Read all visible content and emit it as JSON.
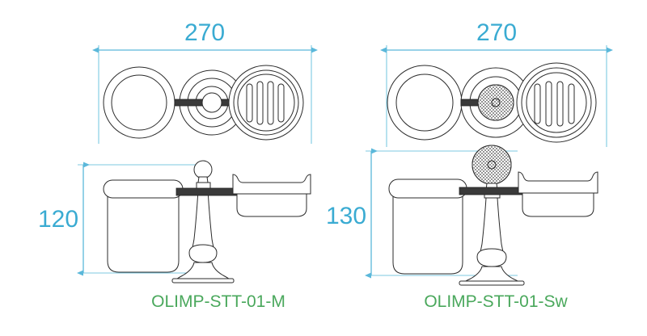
{
  "document": {
    "type": "technical-drawing",
    "background_color": "#ffffff",
    "line_color": "#2b2b2b",
    "dimension_color": "#3aabd2",
    "label_color": "#4aa85c"
  },
  "views": [
    {
      "id": "left",
      "product_code": "OLIMP-STT-01-M",
      "knob_style": "plain-metal-ball",
      "top_view": {
        "dimension": {
          "value": "270",
          "unit": "mm",
          "orientation": "horizontal",
          "position": "above"
        },
        "elements": [
          "tumbler-ring",
          "center-knob-rings",
          "soap-dish-slotted"
        ],
        "soap_dish_slots": 4
      },
      "front_view": {
        "dimension": {
          "value": "120",
          "unit": "mm",
          "orientation": "vertical",
          "position": "left"
        },
        "elements": [
          "tumbler-glass",
          "cross-rod",
          "pedestal-column",
          "pedestal-base",
          "soap-dish"
        ]
      }
    },
    {
      "id": "right",
      "product_code": "OLIMP-STT-01-Sw",
      "knob_style": "swarovski-crystal-ball",
      "top_view": {
        "dimension": {
          "value": "270",
          "unit": "mm",
          "orientation": "horizontal",
          "position": "above"
        },
        "elements": [
          "tumbler-ring",
          "center-crystal-ball",
          "soap-dish-slotted"
        ],
        "soap_dish_slots": 4
      },
      "front_view": {
        "dimension": {
          "value": "130",
          "unit": "mm",
          "orientation": "vertical",
          "position": "left"
        },
        "elements": [
          "tumbler-glass",
          "cross-rod",
          "crystal-ball-finial",
          "pedestal-column",
          "pedestal-base",
          "soap-dish"
        ]
      }
    }
  ],
  "labels": {
    "left_top_dimension": "270",
    "right_top_dimension": "270",
    "left_height_dimension": "120",
    "right_height_dimension": "130",
    "left_part_label": "OLIMP-STT-01-M",
    "right_part_label": "OLIMP-STT-01-Sw"
  }
}
